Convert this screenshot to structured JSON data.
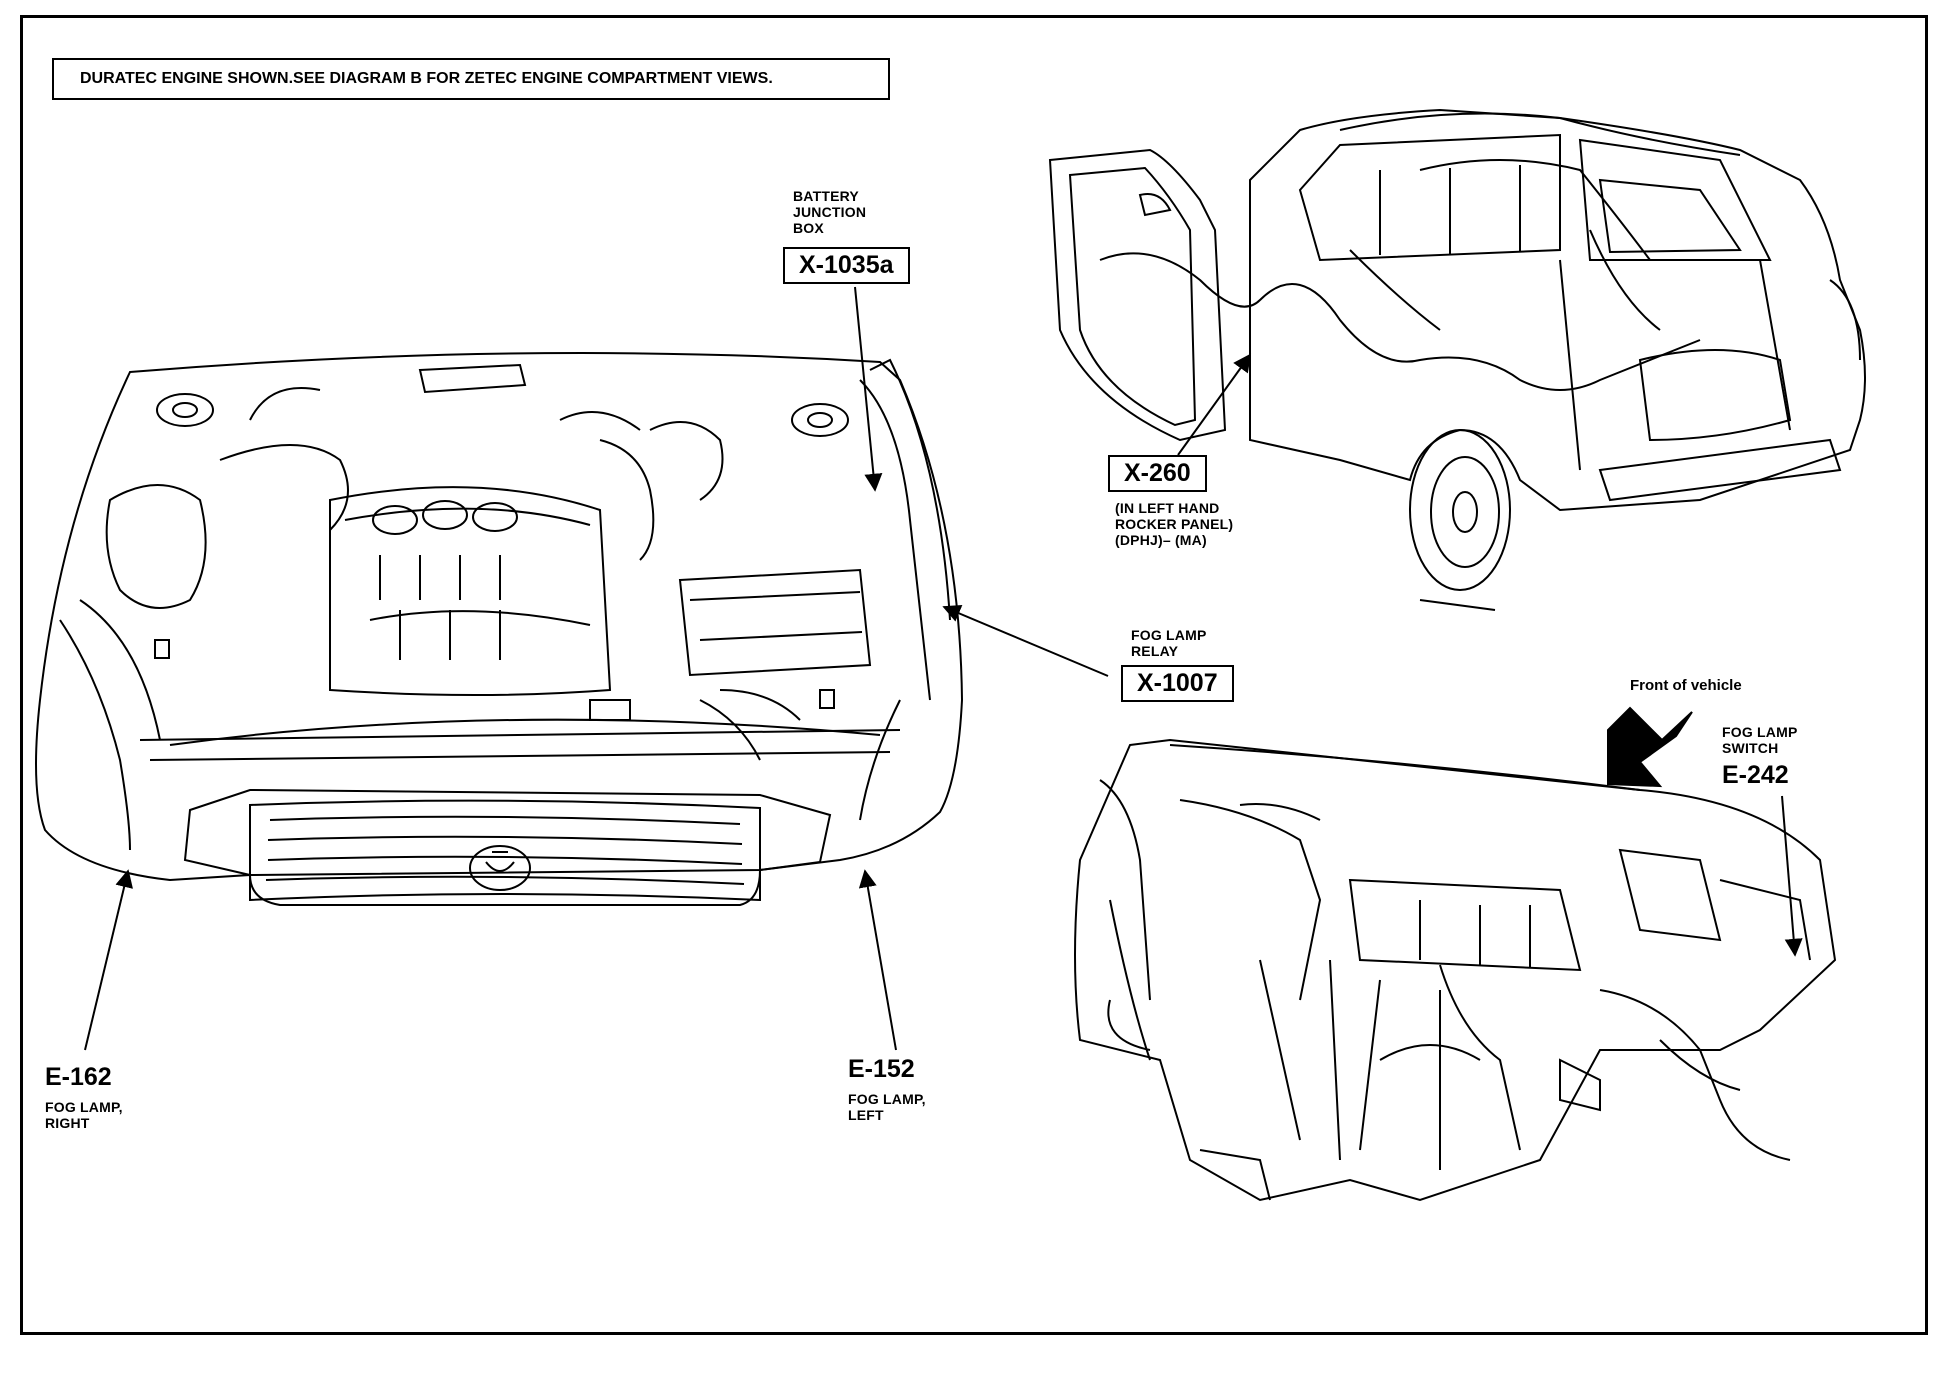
{
  "note": "DURATEC ENGINE SHOWN.SEE DIAGRAM B FOR ZETEC ENGINE COMPARTMENT VIEWS.",
  "callouts": {
    "battery_junction_box": {
      "desc_lines": [
        "BATTERY",
        "JUNCTION",
        "BOX"
      ],
      "code": "X-1035a"
    },
    "x260": {
      "code": "X-260",
      "desc_lines": [
        "(IN LEFT HAND",
        "ROCKER PANEL)",
        "(DPHJ)– (MA)"
      ]
    },
    "fog_lamp_relay": {
      "desc_lines": [
        "FOG LAMP",
        "RELAY"
      ],
      "code": "X-1007"
    },
    "front_of_vehicle": {
      "text": "Front of vehicle"
    },
    "fog_lamp_switch": {
      "desc_lines": [
        "FOG LAMP",
        "SWITCH"
      ],
      "code": "E-242"
    },
    "e162": {
      "code": "E-162",
      "desc_lines": [
        "FOG LAMP,",
        "RIGHT"
      ]
    },
    "e152": {
      "code": "E-152",
      "desc_lines": [
        "FOG LAMP,",
        "LEFT"
      ]
    }
  },
  "colors": {
    "ink": "#000000",
    "paper": "#ffffff"
  }
}
